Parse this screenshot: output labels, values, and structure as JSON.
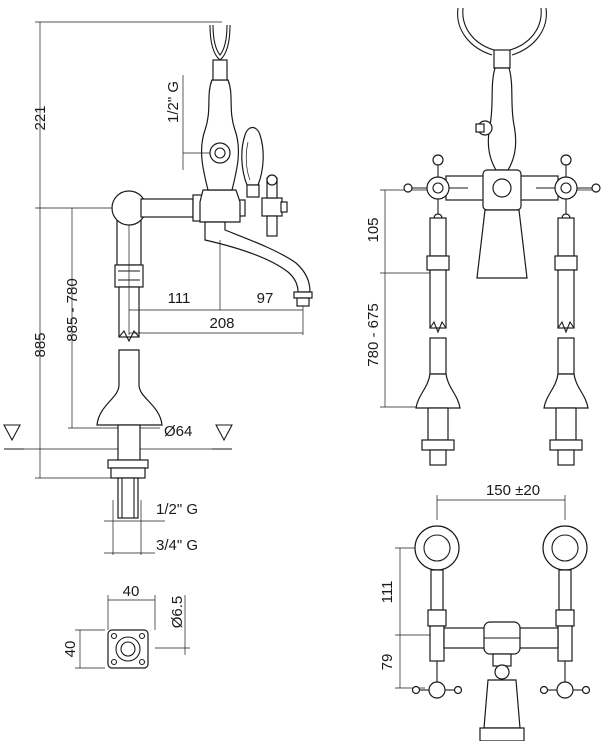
{
  "side_view": {
    "dim_221": "221",
    "dim_thread_top": "1/2\" G",
    "dim_885": "885",
    "dim_885_780": "885 - 780",
    "dim_111": "111",
    "dim_97": "97",
    "dim_208": "208",
    "dim_diameter": "Ø64",
    "dim_half_g": "1/2\" G",
    "dim_three_quarter_g": "3/4\" G"
  },
  "front_view": {
    "dim_105": "105",
    "dim_780_675": "780 - 675"
  },
  "flange_detail": {
    "dim_40_h": "40",
    "dim_40_v": "40",
    "dim_hole": "Ø6.5"
  },
  "top_view": {
    "dim_150": "150 ±20",
    "dim_111": "111",
    "dim_79": "79"
  }
}
